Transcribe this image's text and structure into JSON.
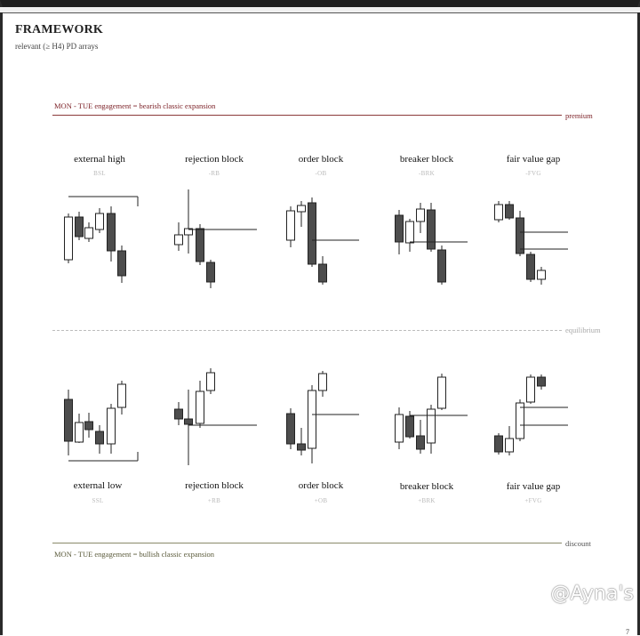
{
  "title": "FRAMEWORK",
  "subtitle": "relevant (≥ H4) PD arrays",
  "engagement_top": "MON - TUE engagement = bearish classic expansion",
  "engagement_bottom": "MON - TUE engagement = bullish classic expansion",
  "zones": {
    "premium": "premium",
    "equilibrium": "equilibrium",
    "discount": "discount"
  },
  "top_arrays": [
    {
      "name": "external high",
      "abbr": "BSL"
    },
    {
      "name": "rejection block",
      "abbr": "-RB"
    },
    {
      "name": "order block",
      "abbr": "-OB"
    },
    {
      "name": "breaker block",
      "abbr": "-BRK"
    },
    {
      "name": "fair value gap",
      "abbr": "-FVG"
    }
  ],
  "bottom_arrays": [
    {
      "name": "external low",
      "abbr": "SSL"
    },
    {
      "name": "rejection block",
      "abbr": "+RB"
    },
    {
      "name": "order block",
      "abbr": "+OB"
    },
    {
      "name": "breaker block",
      "abbr": "+BRK"
    },
    {
      "name": "fair value gap",
      "abbr": "+FVG"
    }
  ],
  "watermark": "@Ayna's",
  "page_number": "7",
  "colors": {
    "bearish_fill": "#4d4d4d",
    "bullish_fill": "#ffffff",
    "premium_accent": "#7a1e24",
    "discount_accent": "#5a5a3a"
  }
}
